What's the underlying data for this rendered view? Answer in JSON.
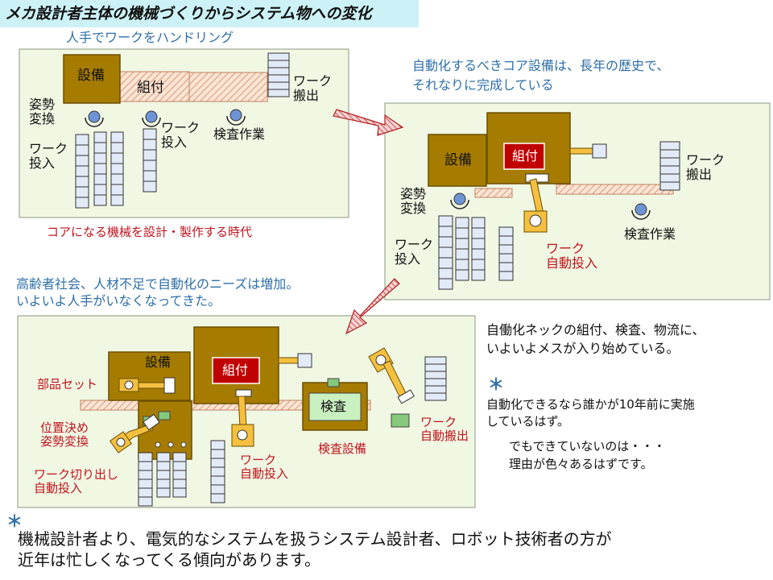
{
  "title": "メカ設計者主体の機械づくりからシステム物への変化",
  "section1": {
    "heading": "人手でワークをハンドリング",
    "caption": "コアになる機械を設計・製作する時代",
    "labels": {
      "equipment": "設備",
      "assembly": "組付",
      "work_out": "ワーク\n搬出",
      "posture": "姿勢\n変換",
      "work_in_left": "ワーク\n投入",
      "work_in_mid": "ワーク\n投入",
      "inspection": "検査作業"
    }
  },
  "section2": {
    "heading": "自動化するべきコア設備は、長年の歴史で、\nそれなりに完成している",
    "labels": {
      "equipment": "設備",
      "assembly": "組付",
      "work_out": "ワーク\n搬出",
      "posture": "姿勢\n変換",
      "work_in": "ワーク\n投入",
      "auto_in": "ワーク\n自動投入",
      "inspection": "検査作業"
    }
  },
  "section3": {
    "heading": "高齢者社会、人材不足で自動化のニーズは増加。\nいよいよ人手がいなくなってきた。",
    "labels": {
      "equipment": "設備",
      "assembly": "組付",
      "parts_set": "部品セット",
      "positioning": "位置決め\n姿勢変換",
      "cutout": "ワーク切り出し\n自動投入",
      "auto_in": "ワーク\n自動投入",
      "inspect_box": "検査",
      "inspect_equipment": "検査設備",
      "auto_out": "ワーク\n自動搬出"
    }
  },
  "notes": {
    "bottleneck": "自働化ネックの組付、検査、物流に、\nいよいよメスが入り始めている。",
    "asterisk": "＊",
    "automation_text": "自動化できるなら誰かが10年前に実施\nしているはず。",
    "reason_text": "でもできていないのは・・・\n理由が色々あるはずです。",
    "footer_star": "＊",
    "footer": "機械設計者より、電気的なシステムを扱うシステム設計者、ロボット技術者の方が\n近年は忙しくなってくる傾向があります。"
  },
  "colors": {
    "panel": "#f0f7e3",
    "equipment": "#a67c00",
    "hatch": "#f5c9a8",
    "robot": "#f5c040",
    "stack": "#e3eaf7",
    "green_box": "#86c97c",
    "arrow": "#e8b0b0"
  }
}
